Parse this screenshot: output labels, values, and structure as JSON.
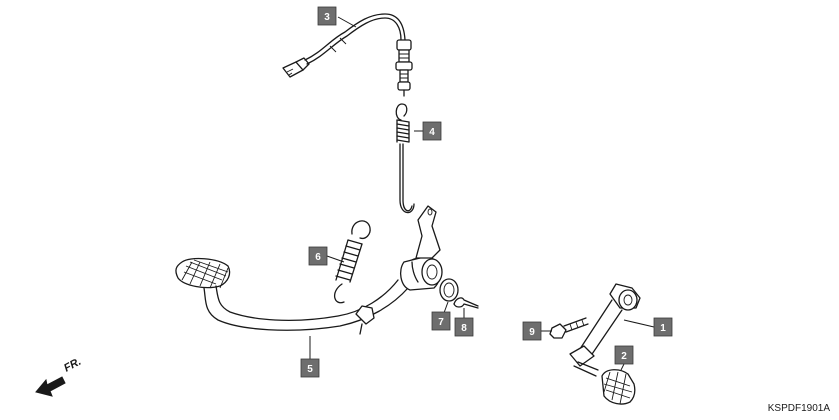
{
  "callouts": [
    {
      "id": "1",
      "label": "1"
    },
    {
      "id": "2",
      "label": "2"
    },
    {
      "id": "3",
      "label": "3"
    },
    {
      "id": "4",
      "label": "4"
    },
    {
      "id": "5",
      "label": "5"
    },
    {
      "id": "6",
      "label": "6"
    },
    {
      "id": "7",
      "label": "7"
    },
    {
      "id": "8",
      "label": "8"
    },
    {
      "id": "9",
      "label": "9"
    }
  ],
  "direction_label": "FR.",
  "diagram_code": "KSPDF1901A",
  "colors": {
    "callout_fill": "#6e6e6e",
    "line": "#1a1a1a"
  }
}
